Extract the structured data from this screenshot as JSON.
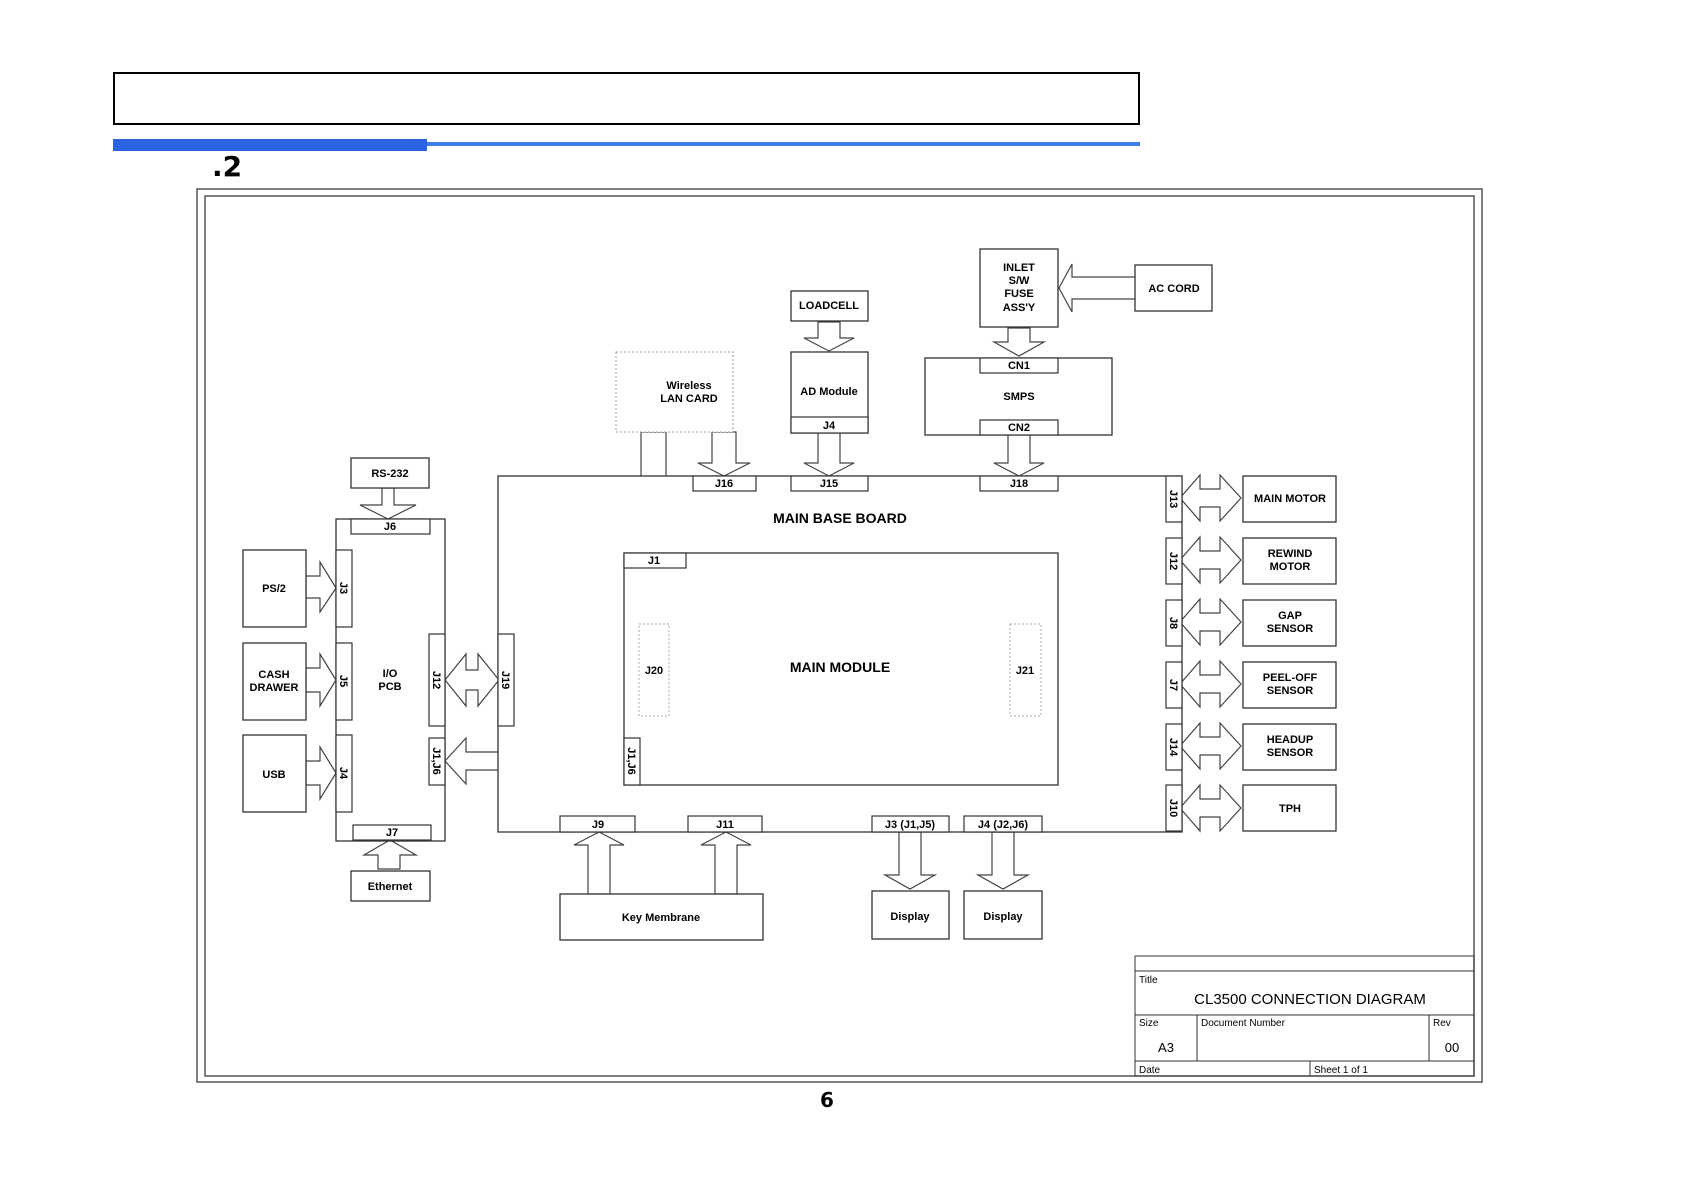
{
  "header": {
    "section_number": ".2",
    "page_number": "6"
  },
  "diagram": {
    "boards": {
      "main_base_board": "MAIN BASE BOARD",
      "main_module": "MAIN MODULE"
    },
    "modules": {
      "rs232": "RS-232",
      "ps2": "PS/2",
      "cash_drawer": [
        "CASH",
        "DRAWER"
      ],
      "usb": "USB",
      "ethernet": "Ethernet",
      "io_pcb": [
        "I/O",
        "PCB"
      ],
      "wireless_lan": [
        "Wireless",
        "LAN CARD"
      ],
      "loadcell": "LOADCELL",
      "ad_module": "AD Module",
      "inlet": [
        "INLET",
        "S/W",
        "FUSE",
        "ASS'Y"
      ],
      "ac_cord": "AC CORD",
      "smps": "SMPS",
      "main_motor": "MAIN MOTOR",
      "rewind_motor": [
        "REWIND",
        "MOTOR"
      ],
      "gap_sensor": [
        "GAP",
        "SENSOR"
      ],
      "peel_off_sensor": [
        "PEEL-OFF",
        "SENSOR"
      ],
      "headup_sensor": [
        "HEADUP",
        "SENSOR"
      ],
      "tph": "TPH",
      "key_membrane": "Key Membrane",
      "display_1": "Display",
      "display_2": "Display"
    },
    "connectors": {
      "j6": "J6",
      "j3_io": "J3",
      "j5_io": "J5",
      "j4_io": "J4",
      "j7_io": "J7",
      "j12_io": "J12",
      "j1j6_io": "J1,J6",
      "j19": "J19",
      "j16": "J16",
      "j15": "J15",
      "j18": "J18",
      "j4_ad": "J4",
      "cn1": "CN1",
      "cn2": "CN2",
      "j1_mm": "J1",
      "j1j6_mm": "J1,J6",
      "j20": "J20",
      "j21": "J21",
      "j9": "J9",
      "j11": "J11",
      "j3_disp": "J3 (J1,J5)",
      "j4_disp": "J4 (J2,J6)",
      "j13": "J13",
      "j12_mb": "J12",
      "j8": "J8",
      "j7_mb": "J7",
      "j14": "J14",
      "j10": "J10"
    }
  },
  "title_block": {
    "title_label": "Title",
    "title": "CL3500 CONNECTION DIAGRAM",
    "size_label": "Size",
    "size": "A3",
    "docnum_label": "Document Number",
    "rev_label": "Rev",
    "rev": "00",
    "date_label": "Date",
    "sheet": "Sheet 1 of 1"
  },
  "colors": {
    "accent_blue": "#2b63e0"
  }
}
